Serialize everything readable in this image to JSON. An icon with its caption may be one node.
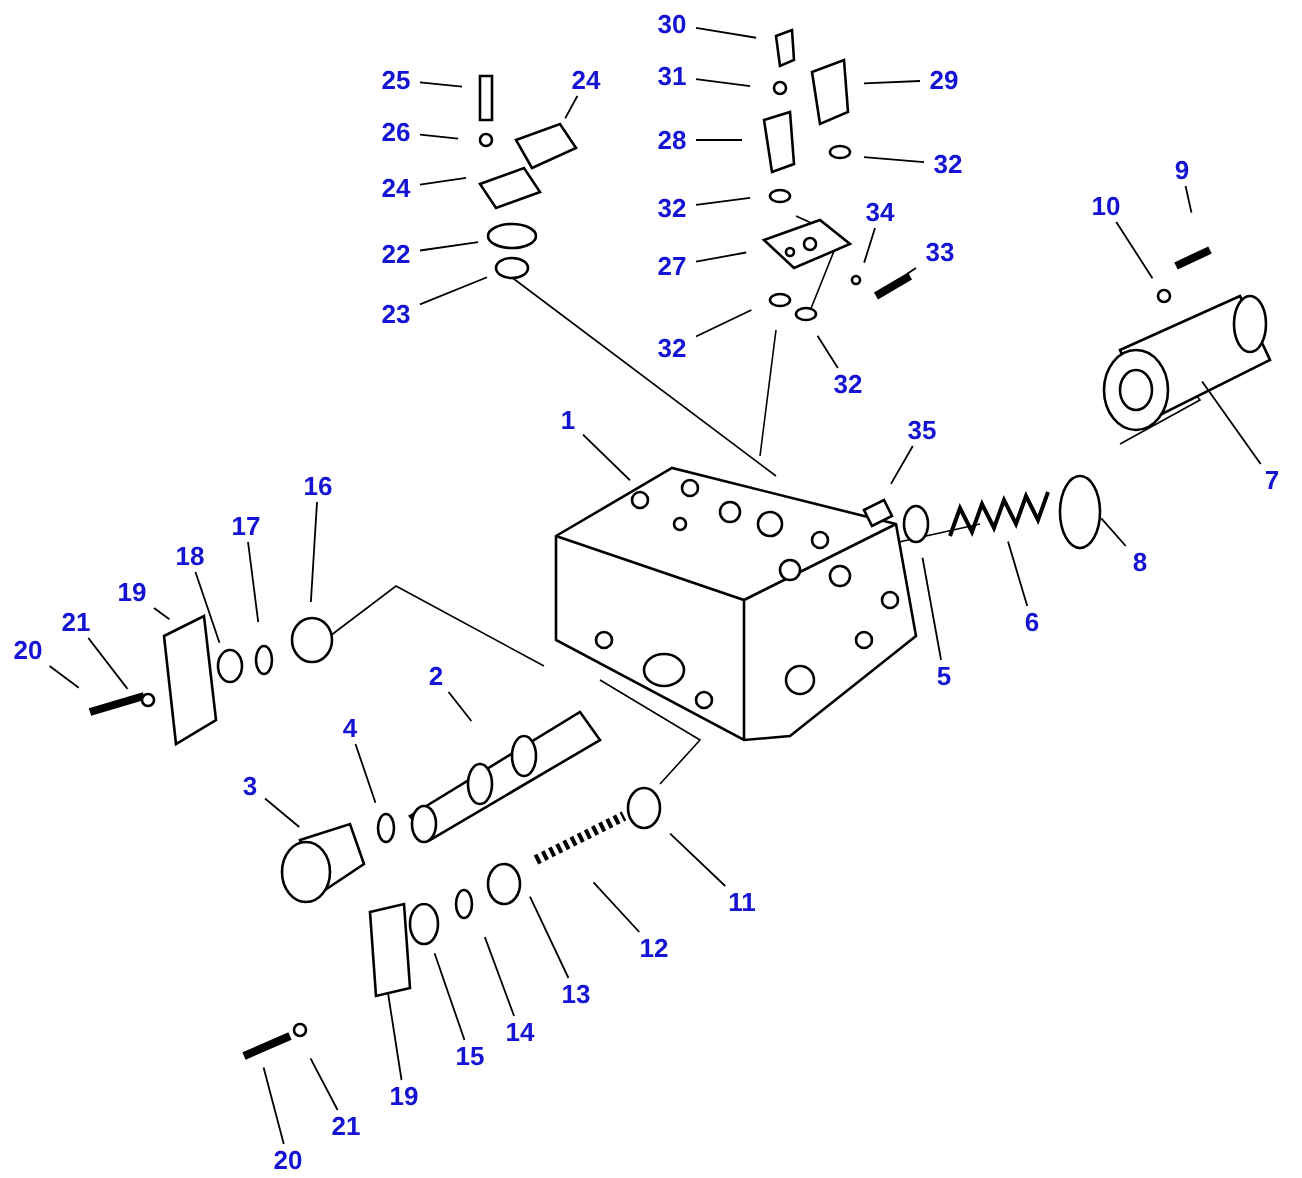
{
  "diagram": {
    "nodes": [
      {
        "text": [
          "30"
        ]
      },
      {
        "text": [
          "25"
        ]
      },
      {
        "text": [
          "24"
        ]
      },
      {
        "text": [
          "31"
        ]
      },
      {
        "text": [
          "29"
        ]
      },
      {
        "text": [
          "26"
        ]
      },
      {
        "text": [
          "28"
        ]
      },
      {
        "text": [
          "32"
        ]
      },
      {
        "text": [
          "9"
        ]
      },
      {
        "text": [
          "24"
        ]
      },
      {
        "text": [
          "32"
        ]
      },
      {
        "text": [
          "10"
        ]
      },
      {
        "text": [
          "34"
        ]
      },
      {
        "text": [
          "33"
        ]
      },
      {
        "text": [
          "22"
        ]
      },
      {
        "text": [
          "27"
        ]
      },
      {
        "text": [
          "23"
        ]
      },
      {
        "text": [
          "32"
        ]
      },
      {
        "text": [
          "32"
        ]
      },
      {
        "text": [
          "1"
        ]
      },
      {
        "text": [
          "35"
        ]
      },
      {
        "text": [
          "7"
        ]
      },
      {
        "text": [
          "16"
        ]
      },
      {
        "text": [
          "17"
        ]
      },
      {
        "text": [
          "8"
        ]
      },
      {
        "text": [
          "18"
        ]
      },
      {
        "text": [
          "19"
        ]
      },
      {
        "text": [
          "6"
        ]
      },
      {
        "text": [
          "21"
        ]
      },
      {
        "text": [
          "20"
        ]
      },
      {
        "text": [
          "2"
        ]
      },
      {
        "text": [
          "5"
        ]
      },
      {
        "text": [
          "4"
        ]
      },
      {
        "text": [
          "3"
        ]
      },
      {
        "text": [
          "11"
        ]
      },
      {
        "text": [
          "12"
        ]
      },
      {
        "text": [
          "13"
        ]
      },
      {
        "text": [
          "14"
        ]
      },
      {
        "text": [
          "15"
        ]
      },
      {
        "text": [
          "19"
        ]
      },
      {
        "text": [
          "21"
        ]
      },
      {
        "text": [
          "20"
        ]
      }
    ],
    "edges": [
      {
        "from": 0,
        "to": null,
        "arrow": "none"
      },
      {
        "from": 1,
        "to": null,
        "arrow": "none"
      },
      {
        "from": 2,
        "to": null,
        "arrow": "none"
      },
      {
        "from": 3,
        "to": null,
        "arrow": "none"
      },
      {
        "from": 4,
        "to": null,
        "arrow": "none"
      },
      {
        "from": 5,
        "to": null,
        "arrow": "none"
      },
      {
        "from": 6,
        "to": null,
        "arrow": "none"
      },
      {
        "from": 7,
        "to": null,
        "arrow": "none"
      },
      {
        "from": 8,
        "to": null,
        "arrow": "none"
      },
      {
        "from": 9,
        "to": null,
        "arrow": "none"
      },
      {
        "from": 10,
        "to": null,
        "arrow": "none"
      },
      {
        "from": 11,
        "to": null,
        "arrow": "none"
      },
      {
        "from": 12,
        "to": null,
        "arrow": "none"
      },
      {
        "from": 13,
        "to": null,
        "arrow": "none"
      },
      {
        "from": 14,
        "to": null,
        "arrow": "none"
      },
      {
        "from": 15,
        "to": null,
        "arrow": "none"
      },
      {
        "from": 16,
        "to": null,
        "arrow": "none"
      },
      {
        "from": 17,
        "to": null,
        "arrow": "none"
      },
      {
        "from": 18,
        "to": null,
        "arrow": "none"
      },
      {
        "from": 19,
        "to": null,
        "arrow": "none"
      },
      {
        "from": 20,
        "to": null,
        "arrow": "none"
      },
      {
        "from": 21,
        "to": null,
        "arrow": "none"
      },
      {
        "from": 22,
        "to": null,
        "arrow": "none"
      },
      {
        "from": 23,
        "to": null,
        "arrow": "none"
      },
      {
        "from": 24,
        "to": null,
        "arrow": "none"
      },
      {
        "from": 25,
        "to": null,
        "arrow": "none"
      },
      {
        "from": 26,
        "to": null,
        "arrow": "none"
      },
      {
        "from": 27,
        "to": null,
        "arrow": "none"
      },
      {
        "from": 28,
        "to": null,
        "arrow": "none"
      },
      {
        "from": 29,
        "to": null,
        "arrow": "none"
      },
      {
        "from": 30,
        "to": null,
        "arrow": "none"
      },
      {
        "from": 31,
        "to": null,
        "arrow": "none"
      },
      {
        "from": 32,
        "to": null,
        "arrow": "none"
      },
      {
        "from": 33,
        "to": null,
        "arrow": "none"
      },
      {
        "from": 34,
        "to": null,
        "arrow": "none"
      },
      {
        "from": 35,
        "to": null,
        "arrow": "none"
      },
      {
        "from": 36,
        "to": null,
        "arrow": "none"
      },
      {
        "from": 37,
        "to": null,
        "arrow": "none"
      },
      {
        "from": 38,
        "to": null,
        "arrow": "none"
      },
      {
        "from": 39,
        "to": null,
        "arrow": "none"
      },
      {
        "from": 40,
        "to": null,
        "arrow": "none"
      },
      {
        "from": 41,
        "to": null,
        "arrow": "none"
      }
    ]
  }
}
